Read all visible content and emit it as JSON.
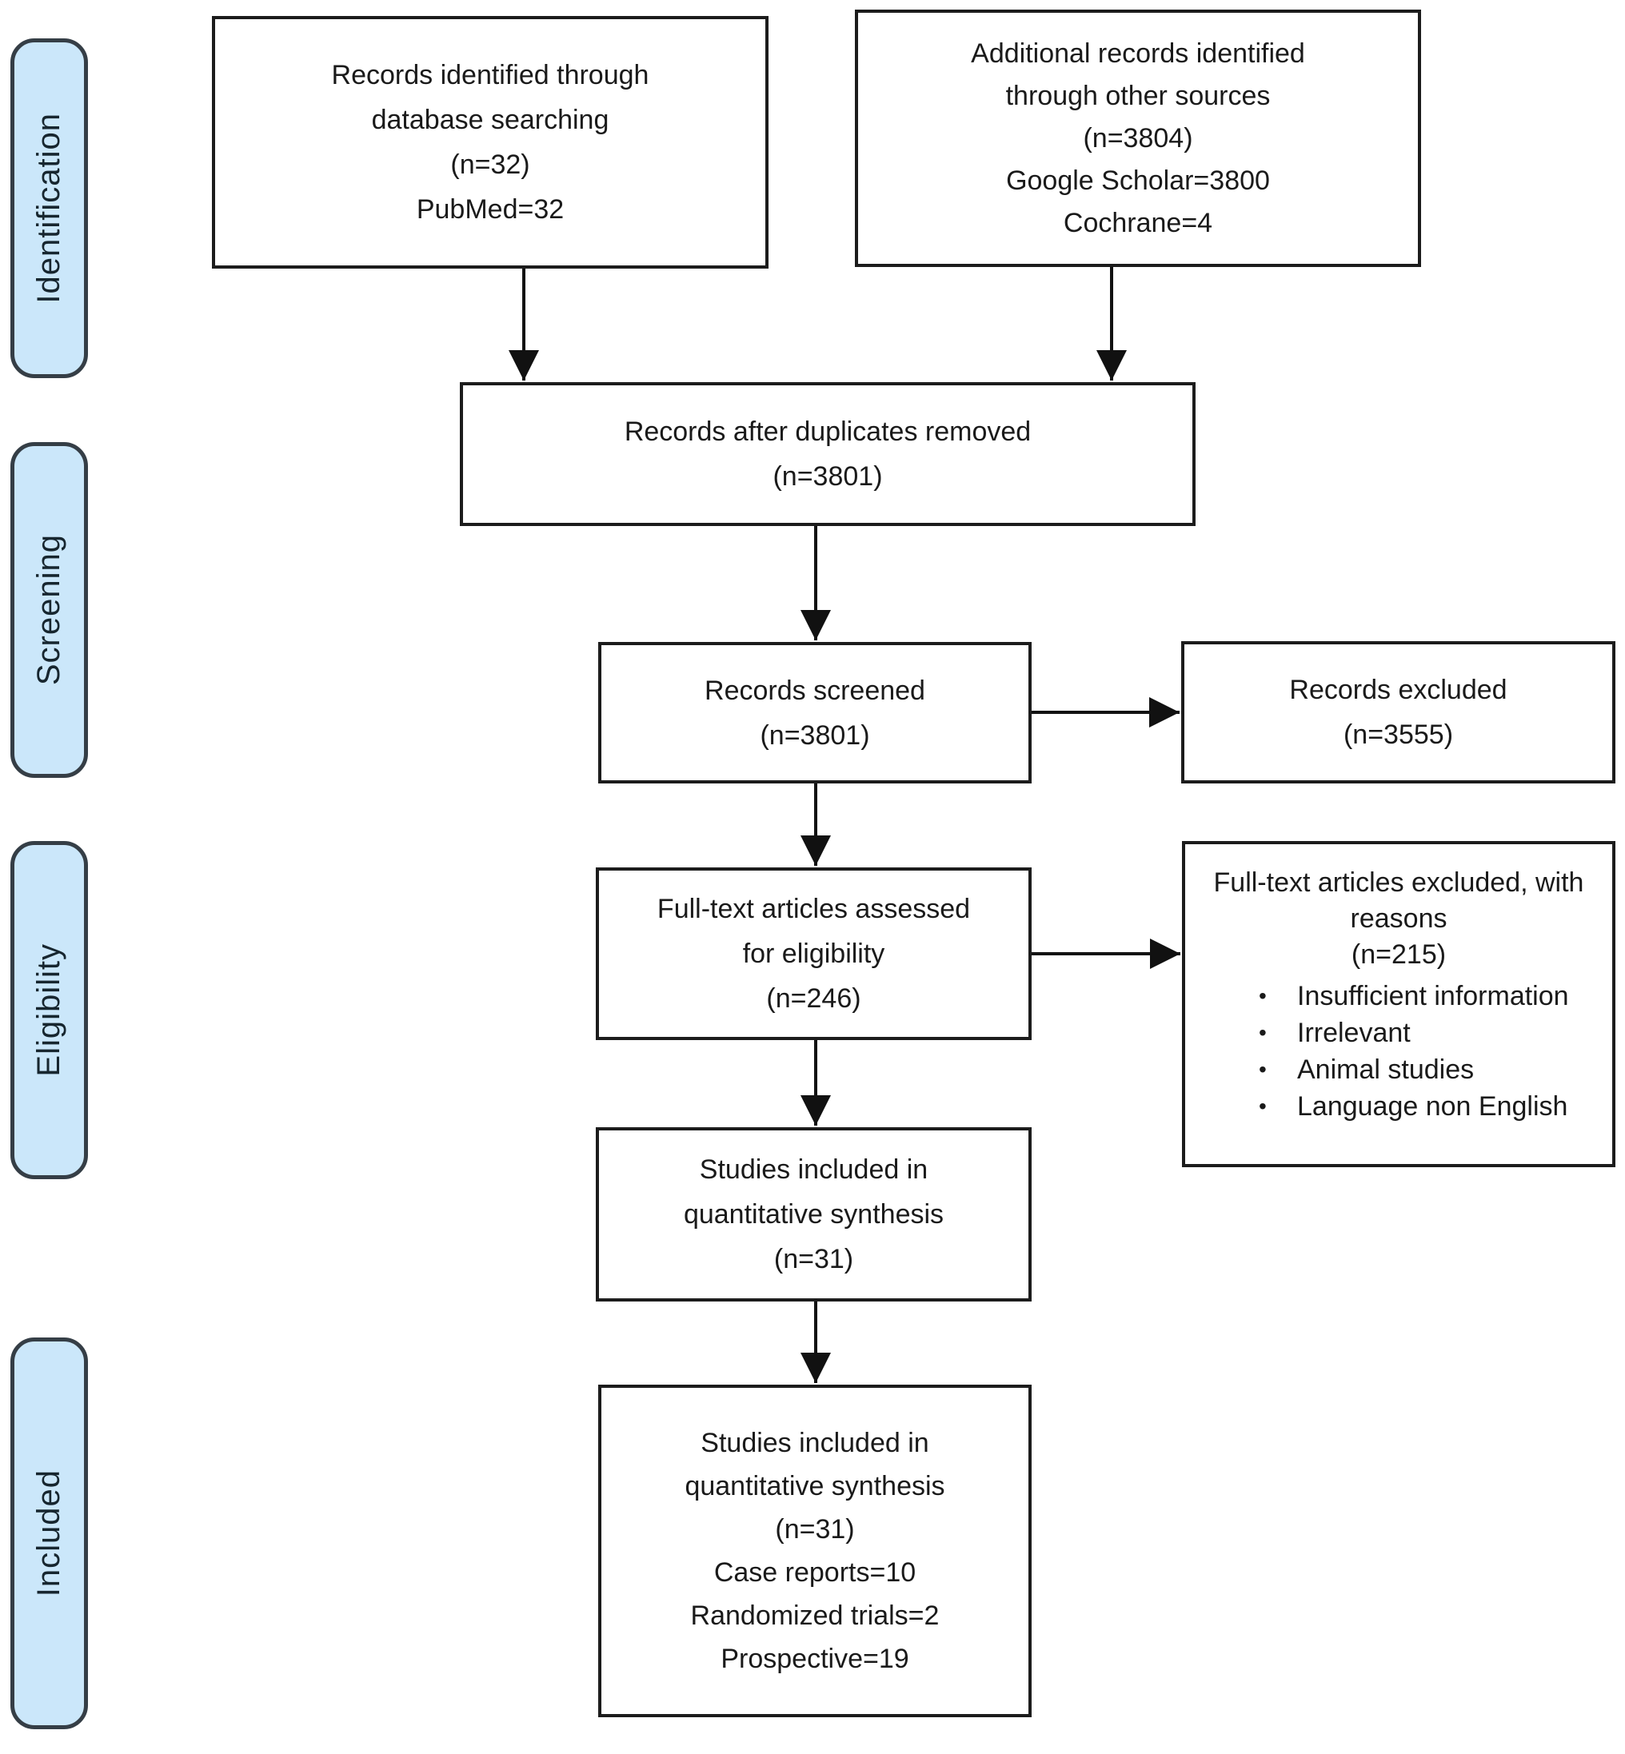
{
  "colors": {
    "background": "#ffffff",
    "box_border": "#1c1c1c",
    "box_fill": "#ffffff",
    "text": "#1a1a1a",
    "arrow": "#111111",
    "stage_fill": "#cbe7fa",
    "stage_border": "#353e46",
    "stage_text": "#17262f"
  },
  "stages": [
    {
      "label": "Identification"
    },
    {
      "label": "Screening"
    },
    {
      "label": "Eligibility"
    },
    {
      "label": "Included"
    }
  ],
  "boxes": {
    "identified_db": {
      "lines": [
        "Records identified through",
        "database searching",
        "(n=32)",
        "PubMed=32"
      ]
    },
    "identified_other": {
      "lines": [
        "Additional records identified",
        "through other sources",
        "(n=3804)",
        "Google Scholar=3800",
        "Cochrane=4"
      ]
    },
    "duplicates_removed": {
      "lines": [
        "Records after duplicates removed",
        "(n=3801)"
      ]
    },
    "screened": {
      "lines": [
        "Records screened",
        "(n=3801)"
      ]
    },
    "records_excluded": {
      "lines": [
        "Records excluded",
        "(n=3555)"
      ]
    },
    "fulltext_assessed": {
      "lines": [
        "Full-text articles assessed",
        "for eligibility",
        "(n=246)"
      ]
    },
    "fulltext_excluded": {
      "title_lines": [
        "Full-text articles excluded, with",
        "reasons",
        "(n=215)"
      ],
      "bullets": [
        "Insufficient information",
        "Irrelevant",
        "Animal studies",
        "Language non English"
      ]
    },
    "included_quant": {
      "lines": [
        "Studies included in",
        "quantitative synthesis",
        "(n=31)"
      ]
    },
    "included_detail": {
      "lines": [
        "Studies included in",
        "quantitative synthesis",
        "(n=31)",
        "Case reports=10",
        "Randomized trials=2",
        "Prospective=19"
      ]
    }
  }
}
